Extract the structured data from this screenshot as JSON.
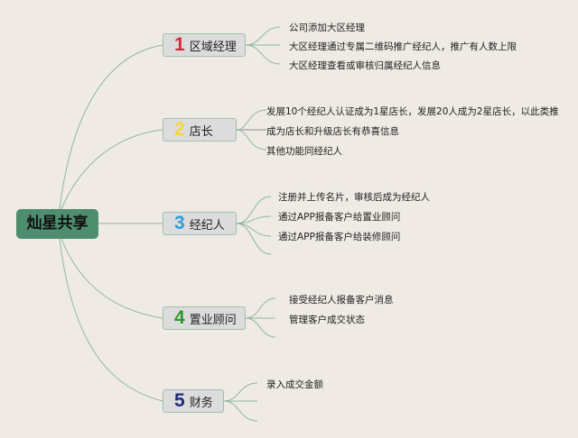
{
  "root": {
    "label": "灿星共享",
    "color": "#4f8d6f"
  },
  "branches": [
    {
      "number": "1",
      "number_color": "#d42a3c",
      "label": "区域经理",
      "items": [
        "公司添加大区经理",
        "大区经理通过专属二维码推广经纪人，推广有人数上限",
        "大区经理查看或审核归属经纪人信息"
      ]
    },
    {
      "number": "2",
      "number_color": "#f2d63a",
      "label": "店长",
      "items": [
        "发展10个经纪人认证成为1星店长，发展20人成为2星店长，以此类推",
        "成为店长和升级店长有恭喜信息",
        "其他功能同经纪人"
      ]
    },
    {
      "number": "3",
      "number_color": "#2a9ee0",
      "label": "经纪人",
      "items": [
        "注册并上传名片，审核后成为经纪人",
        "通过APP报备客户给置业顾问",
        "通过APP报备客户给装修顾问",
        ""
      ]
    },
    {
      "number": "4",
      "number_color": "#2a9a2a",
      "label": "置业顾问",
      "items": [
        "接受经纪人报备客户消息",
        "管理客户成交状态",
        ""
      ]
    },
    {
      "number": "5",
      "number_color": "#1f2a80",
      "label": "财务",
      "items": [
        "录入成交金额",
        "",
        ""
      ]
    }
  ]
}
